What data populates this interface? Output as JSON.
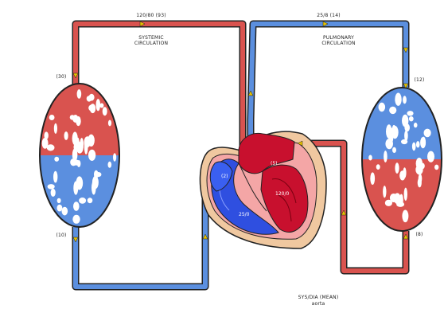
{
  "labels": {
    "systemic_pressure": "120/80 (93)",
    "systemic_title": "SYSTEMIC\nCIRCULATION",
    "pulmonary_pressure": "25/8 (14)",
    "pulmonary_title": "PULMONARY\nCIRCULATION",
    "systemic_arterial_mean": "(30)",
    "systemic_venous_mean": "(10)",
    "pulmonary_arterial_mean": "(12)",
    "pulmonary_venous_mean": "(8)",
    "right_atrium": "(2)",
    "left_atrium": "(5)",
    "right_ventricle": "25/0",
    "left_ventricle": "120/0",
    "footer_line1": "SYS/DIA (MEAN)",
    "footer_line2": "aorta"
  },
  "colors": {
    "oxygenated": "#d9534f",
    "deoxygenated": "#5b8fdf",
    "heart_outer": "#f0c8a0",
    "heart_muscle": "#f4a6a6",
    "right_heart": "#2f4fe0",
    "left_heart": "#c8102e",
    "outline": "#222222",
    "arrow": "#e5c100"
  },
  "icons": [
    "systemic-capillary-bed",
    "pulmonary-capillary-bed",
    "heart",
    "flow-arrow"
  ]
}
